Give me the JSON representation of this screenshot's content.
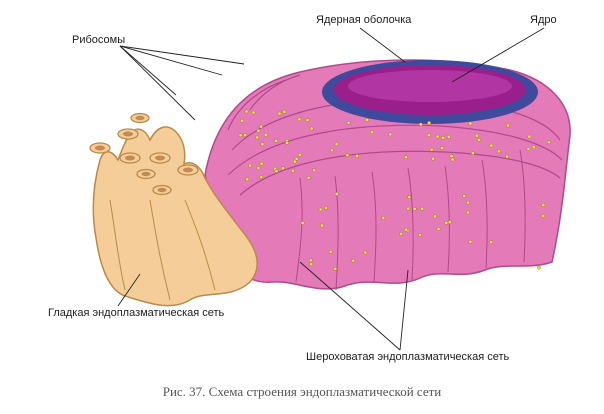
{
  "labels": {
    "ribosomes": "Рибосомы",
    "nuclear_envelope": "Ядерная оболочка",
    "nucleus": "Ядро",
    "smooth_er": "Гладкая эндоплазматическая сеть",
    "rough_er": "Шероховатая эндоплазматическая сеть"
  },
  "caption": "Рис. 37. Схема строения эндоплазматической сети",
  "colors": {
    "rough_er": "#e47ab8",
    "rough_er_dark": "#b04a8c",
    "nucleus": "#9a1e8c",
    "nuclear_envelope": "#3f4a9c",
    "smooth_er": "#f5cd98",
    "smooth_er_dark": "#b98a4a",
    "ribosome": "#f2e04a"
  }
}
